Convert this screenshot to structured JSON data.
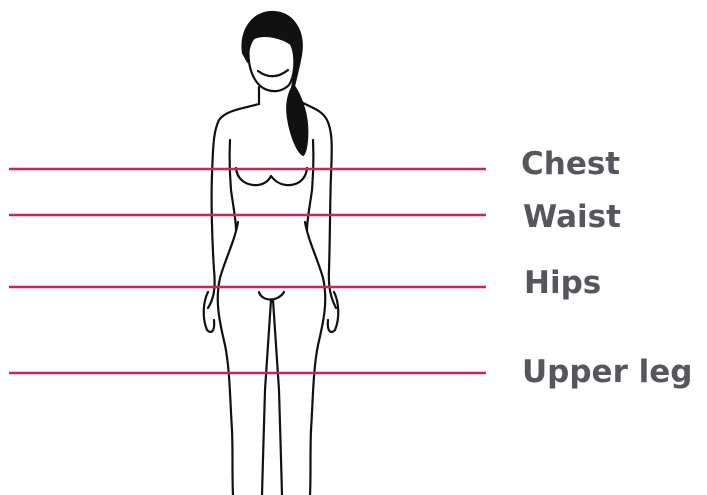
{
  "colors": {
    "measure_line": "#c8245e",
    "label_text": "#56565c",
    "outline": "#111111"
  },
  "measurements": [
    {
      "key": "chest",
      "label": "Chest"
    },
    {
      "key": "waist",
      "label": "Waist"
    },
    {
      "key": "hips",
      "label": "Hips"
    },
    {
      "key": "upper_leg",
      "label": "Upper leg"
    }
  ]
}
